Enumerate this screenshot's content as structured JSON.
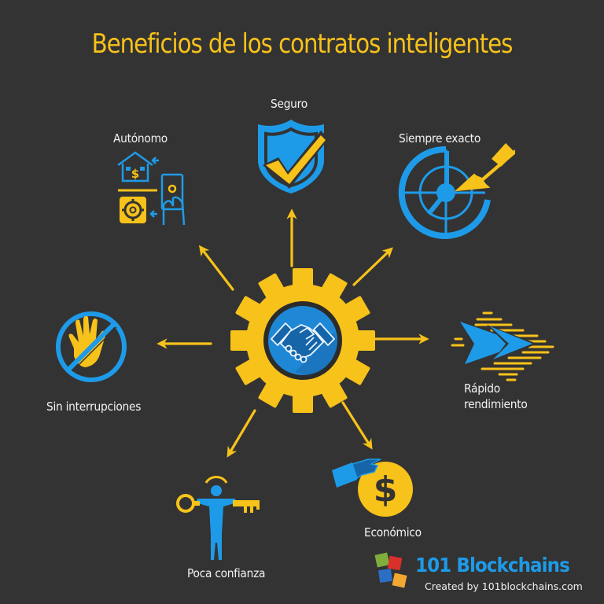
{
  "title": "Beneficios de los contratos inteligentes",
  "colors": {
    "background": "#333333",
    "accent_yellow": "#f7c21a",
    "accent_blue": "#1e9be8",
    "dark_blue": "#1565a8",
    "label_text": "#f2f2f2"
  },
  "center": {
    "icon": "gear-handshake-icon"
  },
  "benefits": [
    {
      "label": "Seguro",
      "icon": "shield-check-icon"
    },
    {
      "label": "Siempre exacto",
      "icon": "target-arrow-icon"
    },
    {
      "label": "Rápido rendimiento",
      "line1": "Rápido",
      "line2": "rendimiento",
      "icon": "fast-forward-icon"
    },
    {
      "label": "Económico",
      "icon": "dollar-coin-icon"
    },
    {
      "label": "Poca confianza",
      "icon": "person-keys-icon"
    },
    {
      "label": "Sin interrupciones",
      "icon": "no-hand-icon"
    },
    {
      "label": "Autónomo",
      "icon": "house-money-gear-icon"
    }
  ],
  "brand": {
    "name": "101 Blockchains",
    "subtitle": "Created by 101blockchains.com",
    "icon": "cubes-logo-icon"
  }
}
